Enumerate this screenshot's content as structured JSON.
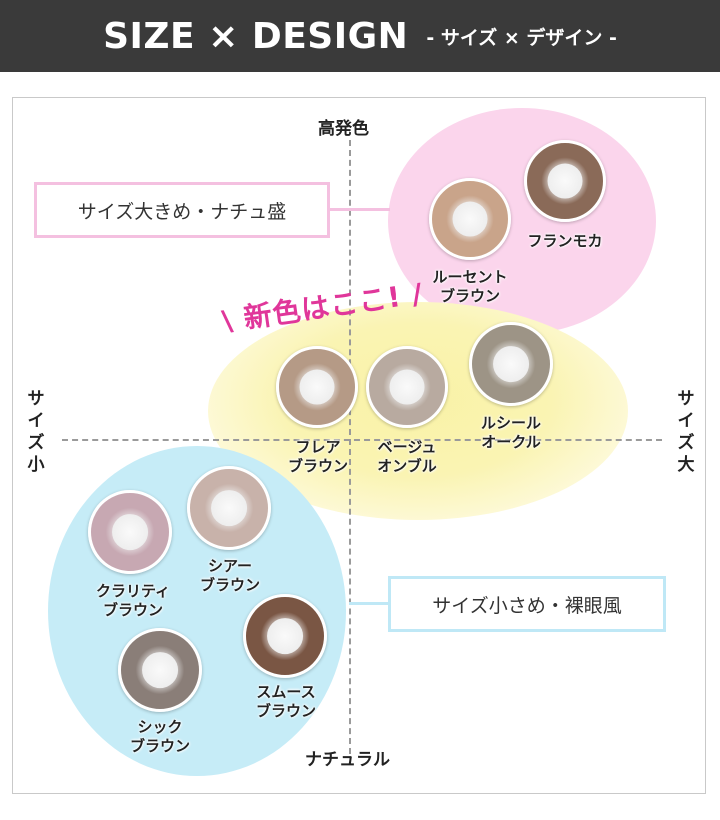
{
  "header": {
    "title": "SIZE × DESIGN",
    "subtitle": "- サイズ × デザイン -",
    "background": "#3a3a3a"
  },
  "axes": {
    "top": "高発色",
    "bottom": "ナチュラル",
    "left": "サイズ小",
    "right": "サイズ大"
  },
  "callouts": {
    "pink": "サイズ大きめ・ナチュ盛",
    "blue": "サイズ小さめ・裸眼風"
  },
  "highlight": {
    "text": "\\ 新色はここ! /",
    "color": "#e0369a"
  },
  "groups": {
    "pink_color": "#fbd5ec",
    "yellow_color": "#f9f2a6",
    "blue_color": "#c6ecf7"
  },
  "lenses": {
    "fran_mocha": {
      "line1": "フランモカ",
      "line2": "",
      "color": "#8a6a58"
    },
    "lucent": {
      "line1": "ルーセント",
      "line2": "ブラウン",
      "color": "#c9a48a"
    },
    "flare": {
      "line1": "フレア",
      "line2": "ブラウン",
      "color": "#b59a86"
    },
    "beige": {
      "line1": "ベージュ",
      "line2": "オンブル",
      "color": "#b8aaa0"
    },
    "lucille": {
      "line1": "ルシール",
      "line2": "オークル",
      "color": "#9d9486"
    },
    "clarity": {
      "line1": "クラリティ",
      "line2": "ブラウン",
      "color": "#c7a8b2"
    },
    "sheer": {
      "line1": "シアー",
      "line2": "ブラウン",
      "color": "#c8b2aa"
    },
    "smooth": {
      "line1": "スムース",
      "line2": "ブラウン",
      "color": "#7a5644"
    },
    "chic": {
      "line1": "シック",
      "line2": "ブラウン",
      "color": "#8a7e78"
    }
  }
}
